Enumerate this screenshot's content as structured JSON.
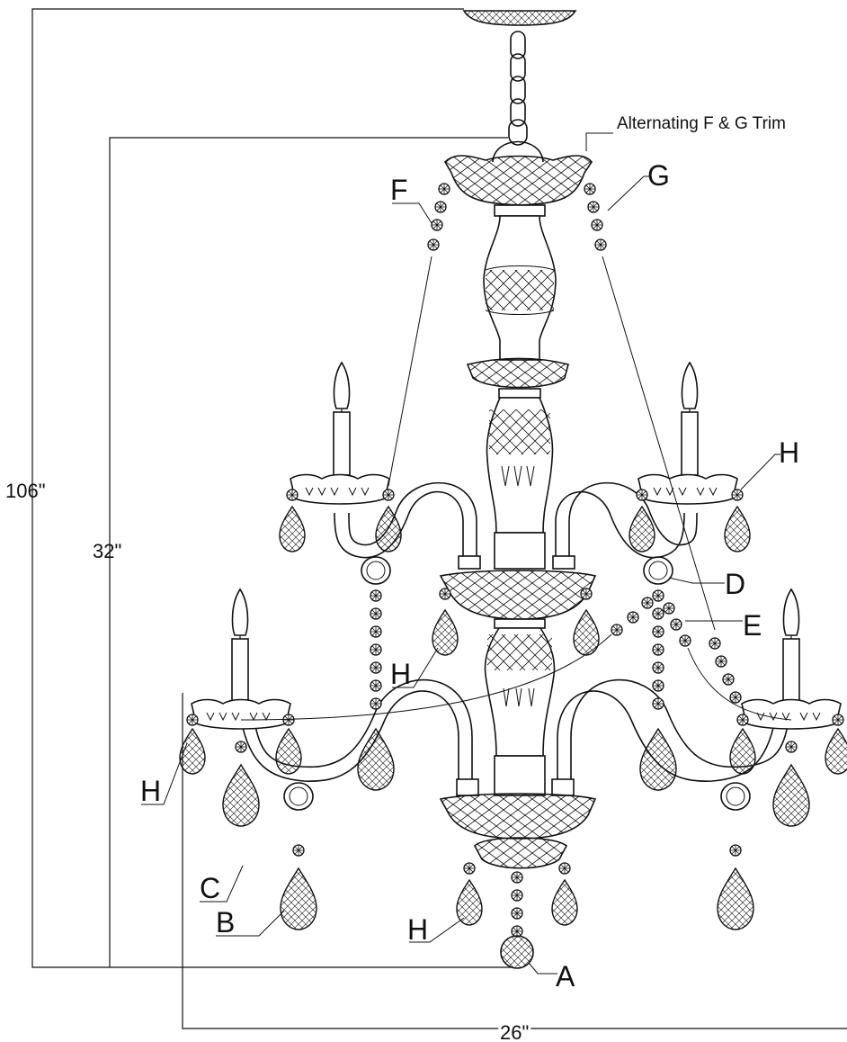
{
  "dimensions": {
    "overall_height": "106\"",
    "body_height": "32\"",
    "width": "26\""
  },
  "note": "Alternating F & G Trim",
  "labels": {
    "A": "A",
    "B": "B",
    "C": "C",
    "D": "D",
    "E": "E",
    "F": "F",
    "G": "G",
    "H": "H"
  }
}
